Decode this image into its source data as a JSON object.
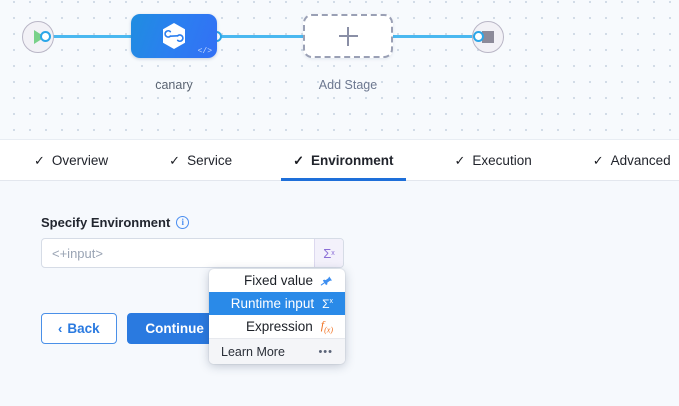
{
  "canvas": {
    "start_node": {
      "icon": "play-icon"
    },
    "end_node": {
      "icon": "stop-icon"
    },
    "nodes": [
      {
        "label": "canary",
        "icon": "harness-hexagon-icon",
        "badge": "</>"
      },
      {
        "label": "Add Stage",
        "icon": "plus-icon"
      }
    ]
  },
  "tabs": [
    {
      "label": "Overview",
      "check": "✓",
      "active": false
    },
    {
      "label": "Service",
      "check": "✓",
      "active": false
    },
    {
      "label": "Environment",
      "check": "✓",
      "active": true
    },
    {
      "label": "Execution",
      "check": "✓",
      "active": false
    },
    {
      "label": "Advanced",
      "check": "✓",
      "active": false
    }
  ],
  "form": {
    "field_label": "Specify Environment",
    "info_icon_char": "i",
    "input_value": "",
    "input_placeholder": "<+input>",
    "sigma_button_label": "Σ",
    "sigma_button_sup": "x"
  },
  "buttons": {
    "back_label": "Back",
    "back_chevron": "‹",
    "continue_label": "Continue"
  },
  "dropdown": {
    "items": [
      {
        "label": "Fixed value",
        "icon": "pin-icon",
        "glyph": "✐",
        "selected": false
      },
      {
        "label": "Runtime input",
        "icon": "sigma-icon",
        "glyph": "Σ",
        "selected": true
      },
      {
        "label": "Expression",
        "icon": "fx-icon",
        "glyph": "f",
        "selected": false
      }
    ],
    "footer_label": "Learn More",
    "footer_icon": "more-dots-icon",
    "footer_glyph": "•••"
  },
  "colors": {
    "accent_blue": "#2a7ae0",
    "selected_blue": "#2a8ae8",
    "edge_blue": "#4ab8f0",
    "sigma_purple": "#8b6ed6",
    "expression_orange": "#f07020",
    "play_green": "#79d189"
  }
}
